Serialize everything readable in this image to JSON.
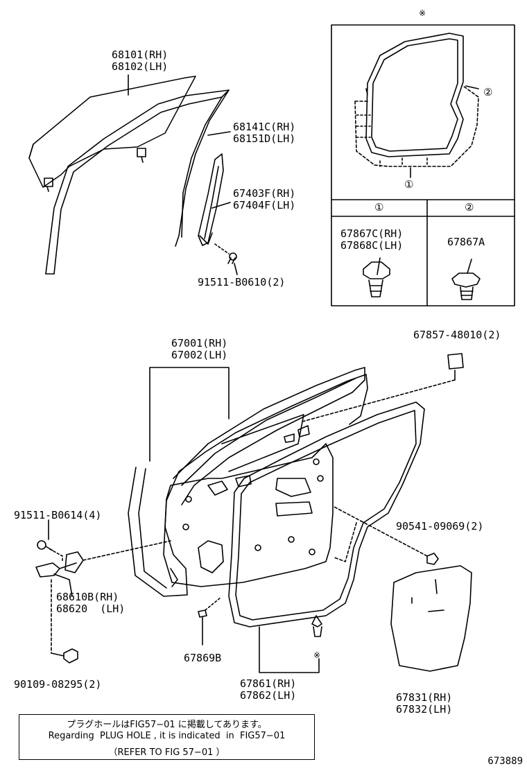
{
  "parts": {
    "window_glass": [
      "68101(RH)",
      "68102(LH)"
    ],
    "run_channel": [
      "68141C(RH)",
      "68151D(LH)"
    ],
    "sash": [
      "67403F(RH)",
      "67404F(LH)"
    ],
    "sash_bolt": "91511-B0610(2)",
    "door_panel": [
      "67001(RH)",
      "67002(LH)"
    ],
    "cushion": "67857-48010(2)",
    "hinge_bolt": "91511-B0614(4)",
    "clip_90541": "90541-09069(2)",
    "hinge": [
      "68610B(RH)",
      "68620  (LH)"
    ],
    "clip_67869B": "67869B",
    "weatherstrip": [
      "67861(RH)",
      "67862(LH)"
    ],
    "hinge_pin": "90109-08295(2)",
    "service_hole_cover": [
      "67831(RH)",
      "67832(LH)"
    ]
  },
  "inset": {
    "asterisk_top": "※",
    "circle_1": "①",
    "circle_2": "②",
    "header_1": "①",
    "header_2": "②",
    "clip_1": [
      "67867C(RH)",
      "67868C(LH)"
    ],
    "clip_2": "67867A"
  },
  "asterisk_bottom": "※",
  "note": [
    "プラグホールはFIG57−01 に掲載してあります。",
    "Regarding  PLUG HOLE , it is indicated  in  FIG57−01",
    "（REFER TO FIG 57−01 ）"
  ],
  "diagram_id": "673889"
}
